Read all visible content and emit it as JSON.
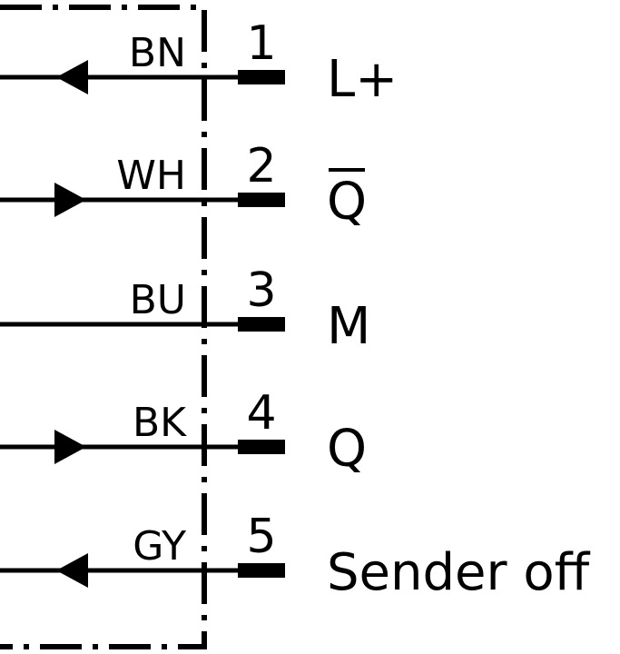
{
  "pins": [
    {
      "number": "1",
      "wire_color": "BN",
      "signal": "L+",
      "direction": "in",
      "overline": false
    },
    {
      "number": "2",
      "wire_color": "WH",
      "signal": "Q",
      "direction": "out",
      "overline": true
    },
    {
      "number": "3",
      "wire_color": "BU",
      "signal": "M",
      "direction": "none",
      "overline": false
    },
    {
      "number": "4",
      "wire_color": "BK",
      "signal": "Q",
      "direction": "out",
      "overline": false
    },
    {
      "number": "5",
      "wire_color": "GY",
      "signal": "Sender off",
      "direction": "in",
      "overline": false
    }
  ]
}
